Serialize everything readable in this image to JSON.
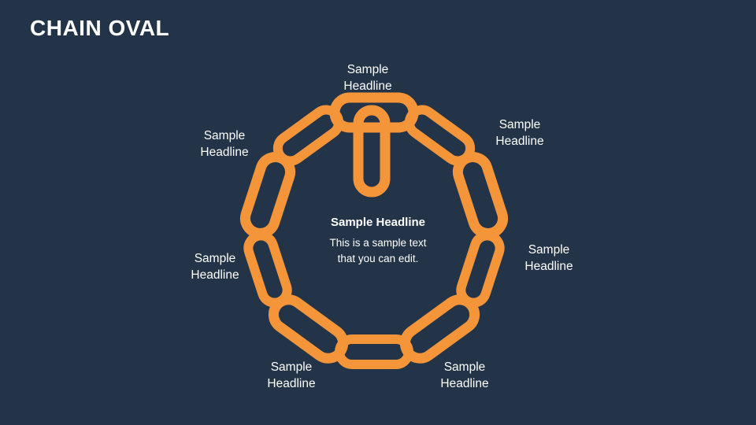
{
  "slide": {
    "title": "CHAIN OVAL"
  },
  "center_text": {
    "headline": "Sample Headline",
    "body": [
      "This is a sample text",
      "that you can edit."
    ]
  },
  "labels": [
    {
      "position": "top",
      "line1": "Sample",
      "line2": "Headline"
    },
    {
      "position": "top-right",
      "line1": "Sample",
      "line2": "Headline"
    },
    {
      "position": "right",
      "line1": "Sample",
      "line2": "Headline"
    },
    {
      "position": "bottom-right",
      "line1": "Sample",
      "line2": "Headline"
    },
    {
      "position": "bottom-left",
      "line1": "Sample",
      "line2": "Headline"
    },
    {
      "position": "left",
      "line1": "Sample",
      "line2": "Headline"
    },
    {
      "position": "top-left",
      "line1": "Sample",
      "line2": "Headline"
    }
  ],
  "colors": {
    "background": "#233449",
    "chain_orange": "#F49539",
    "chain_red": "#A4505A",
    "text": "#FFFFFF"
  }
}
